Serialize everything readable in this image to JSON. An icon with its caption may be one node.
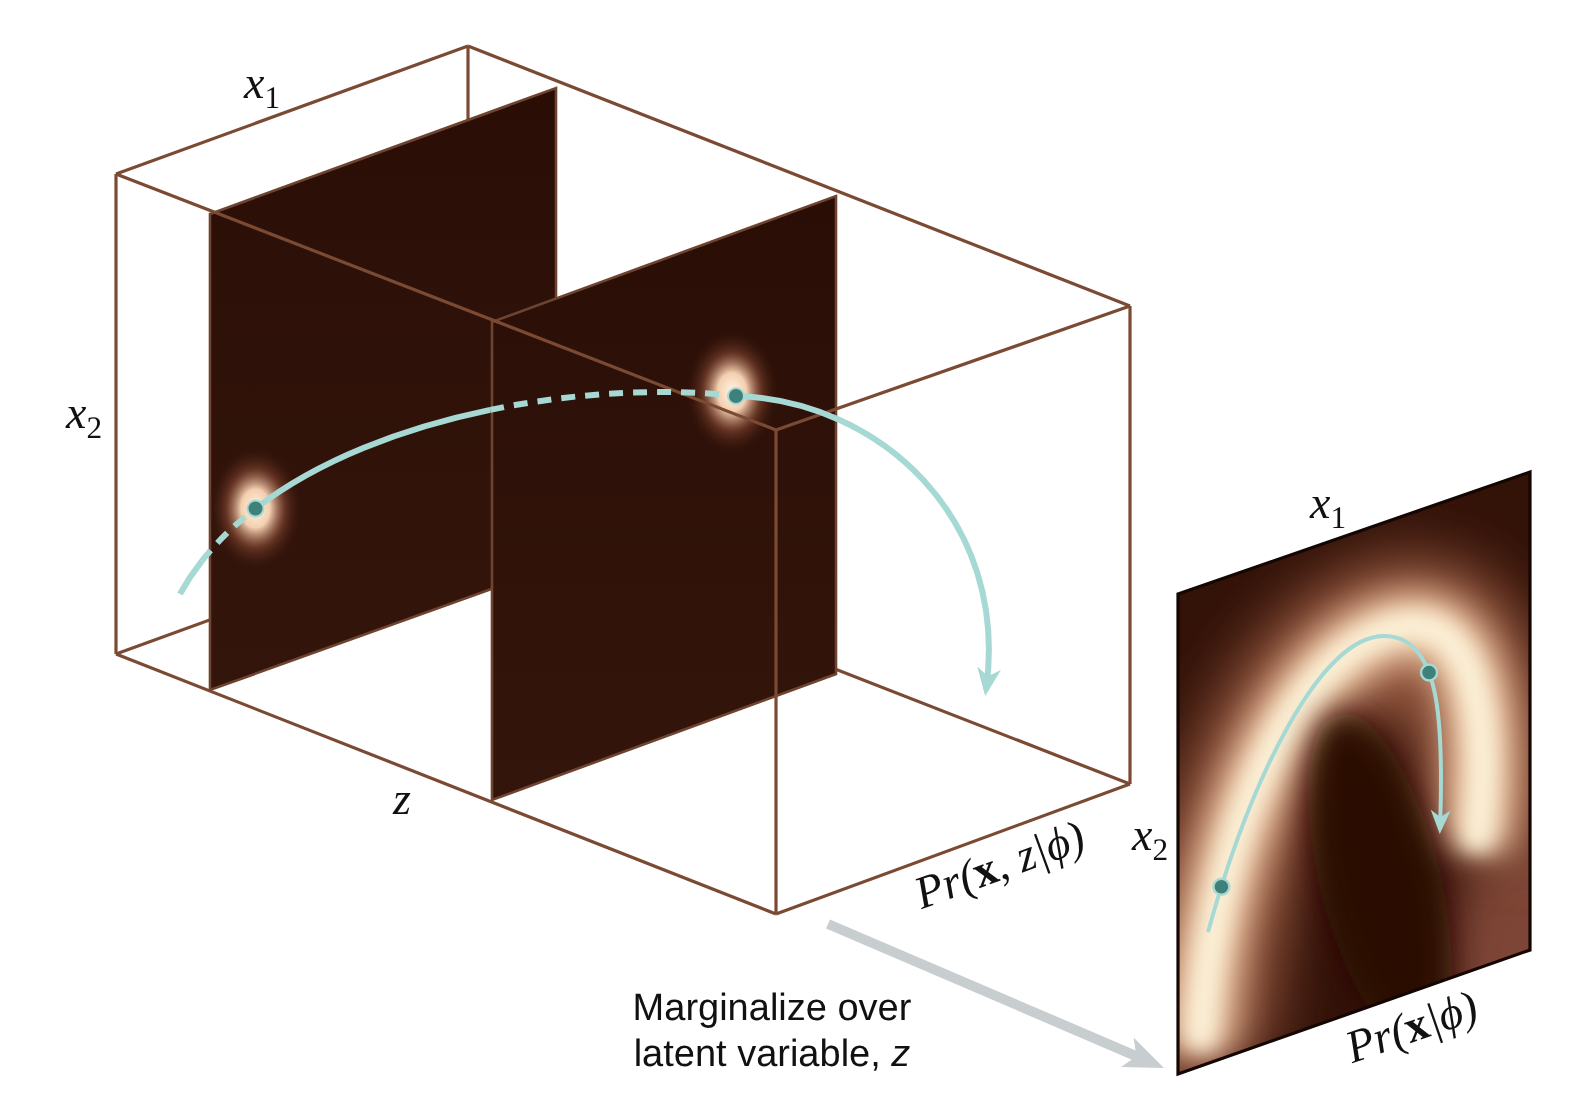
{
  "diagram": {
    "nodes": [
      {
        "text": [
          "Pr(**x**, z|ϕ)"
        ]
      },
      {
        "text": [
          "Pr(**x**|ϕ)"
        ]
      }
    ],
    "edges": [
      {
        "from": 0,
        "to": 1,
        "arrow": "to",
        "label": "Marginalize over latent variable, *z*",
        "color": "#c8cdcf"
      }
    ],
    "labels": [
      "x$_{1}$",
      "x$_{2}$",
      "x$_{1}$",
      "z",
      "x$_{2}$"
    ]
  }
}
